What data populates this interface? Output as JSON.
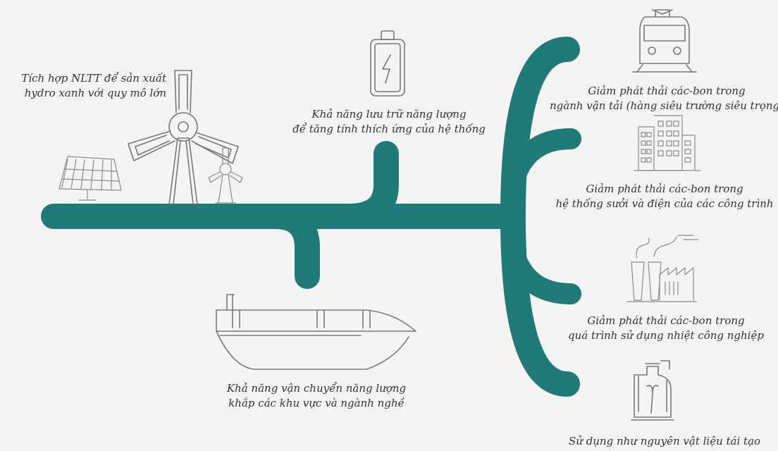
{
  "colors": {
    "trunk": "#1f7a78",
    "sketch": "#777777",
    "text": "#333333",
    "background": "#f4f4f4"
  },
  "labels": {
    "renewable_hydrogen": {
      "line1": "Tích hợp NLTT để sản xuất",
      "line2": "hydro xanh với quy mô lớn"
    },
    "energy_storage": {
      "line1": "Khả năng lưu trữ năng lượng",
      "line2": "để tăng tính thích ứng của hệ thống"
    },
    "energy_transport": {
      "line1": "Khả năng vận chuyển năng lượng",
      "line2": "khắp các khu vực và ngành nghề"
    },
    "transport_decarbonization": {
      "line1": "Giảm phát thải các-bon trong",
      "line2": "ngành vận tải (hàng siêu trường siêu trọng)"
    },
    "buildings_decarbonization": {
      "line1": "Giảm phát thải các-bon trong",
      "line2": "hệ thống sưởi và điện của các công trình"
    },
    "industry_decarbonization": {
      "line1": "Giảm phát thải các-bon trong",
      "line2": "quá trình sử dụng nhiệt công nghiệp"
    },
    "feedstock": {
      "line1": "Sử dụng như nguyên vật liệu tái tạo"
    }
  },
  "icons": [
    "wind-turbine-icon",
    "solar-panel-icon",
    "battery-icon",
    "ship-icon",
    "train-icon",
    "building-icon",
    "factory-icon",
    "bottles-icon"
  ]
}
